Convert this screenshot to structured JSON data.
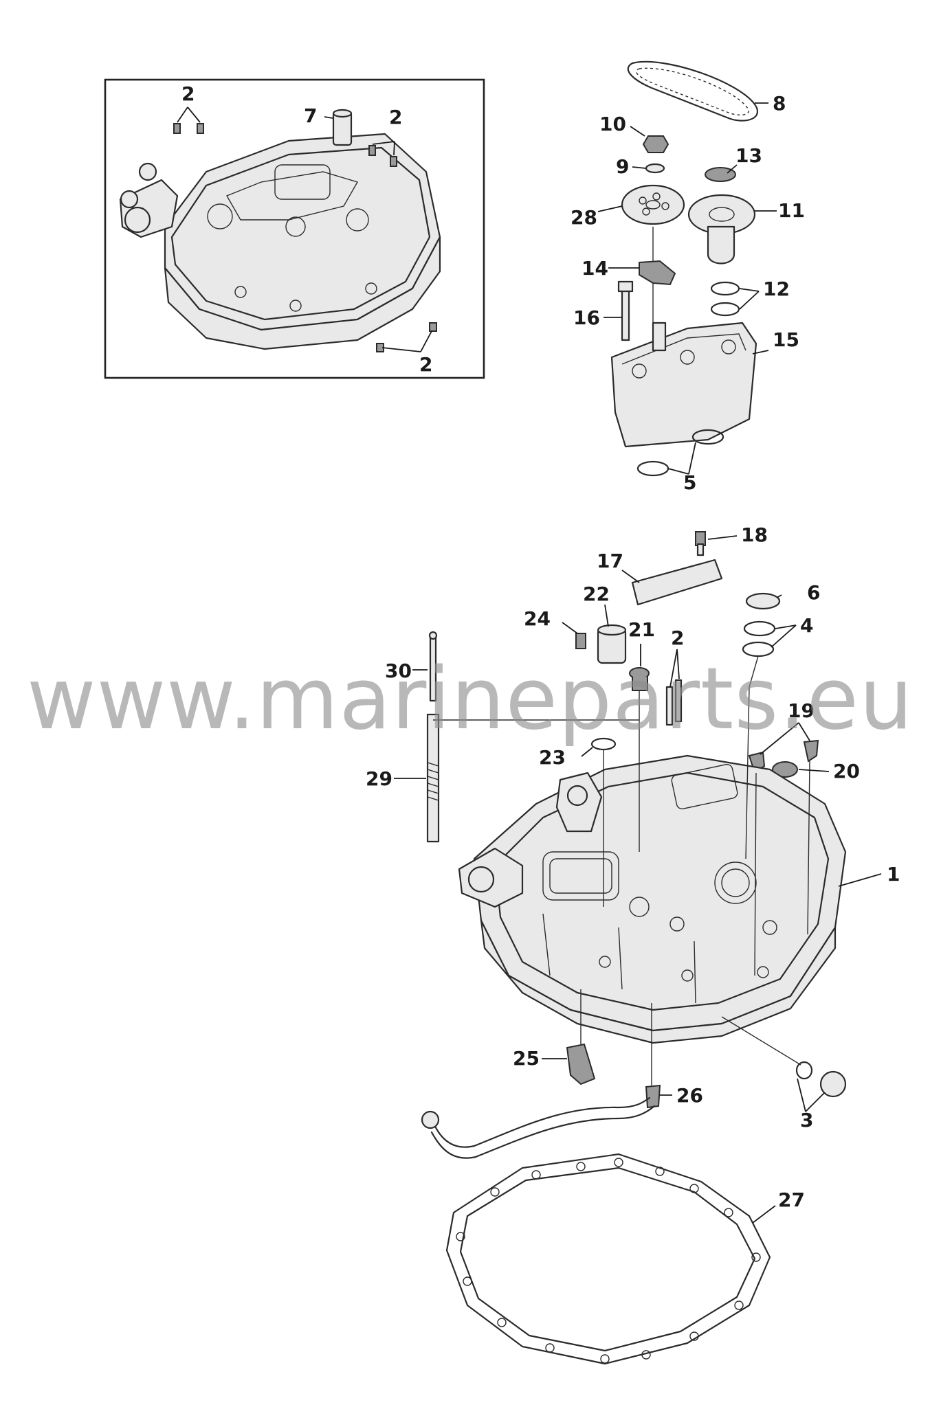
{
  "watermark": "www.marineparts.eu",
  "callouts": {
    "c1": "1",
    "c2a": "2",
    "c2b": "2",
    "c2c": "2",
    "c2d": "2",
    "c3": "3",
    "c4": "4",
    "c5": "5",
    "c6": "6",
    "c7": "7",
    "c8": "8",
    "c9": "9",
    "c10": "10",
    "c11": "11",
    "c12": "12",
    "c13": "13",
    "c14": "14",
    "c15": "15",
    "c16": "16",
    "c17": "17",
    "c18": "18",
    "c19": "19",
    "c20": "20",
    "c21": "21",
    "c22": "22",
    "c23": "23",
    "c24": "24",
    "c25": "25",
    "c26": "26",
    "c27": "27",
    "c28": "28",
    "c29": "29",
    "c30": "30"
  }
}
